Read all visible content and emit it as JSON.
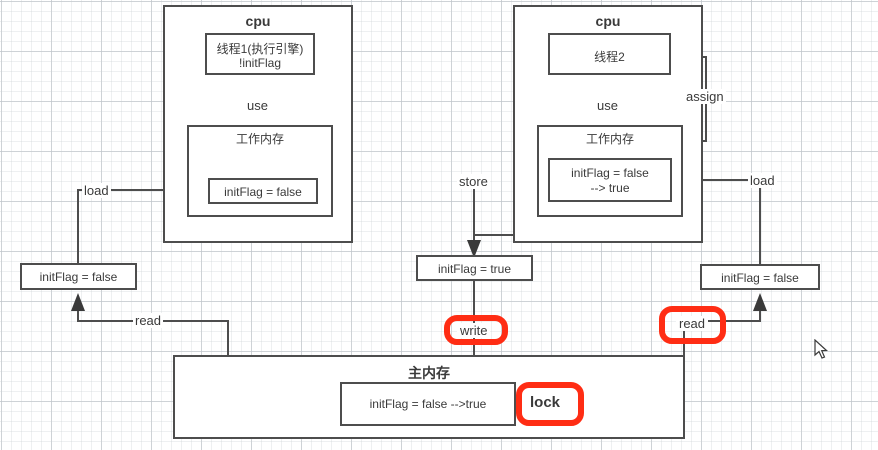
{
  "diagram": {
    "title_cpu": "cpu",
    "left_cpu": {
      "title": "cpu",
      "thread_line1": "线程1(执行引擎)",
      "thread_line2": "!initFlag",
      "use_label": "use",
      "working_memory_title": "工作内存",
      "variable": "initFlag = false"
    },
    "right_cpu": {
      "title": "cpu",
      "thread_line1": "线程2",
      "use_label": "use",
      "assign_label": "assign",
      "working_memory_title": "工作内存",
      "variable_line1": "initFlag = false",
      "variable_line2": "--> true"
    },
    "left_outer_box": "initFlag = false",
    "center_box": "initFlag = true",
    "right_outer_box": "initFlag = false",
    "labels": {
      "load_left": "load",
      "load_right": "load",
      "store": "store",
      "read_left": "read",
      "read_right": "read",
      "write": "write",
      "lock": "lock"
    },
    "main_memory": {
      "title": "主内存",
      "variable": "initFlag = false -->true"
    },
    "colors": {
      "highlight": "#ff2d14",
      "stroke": "#4d4d4d",
      "text": "#3a3a3a",
      "background": "#ffffff"
    }
  }
}
